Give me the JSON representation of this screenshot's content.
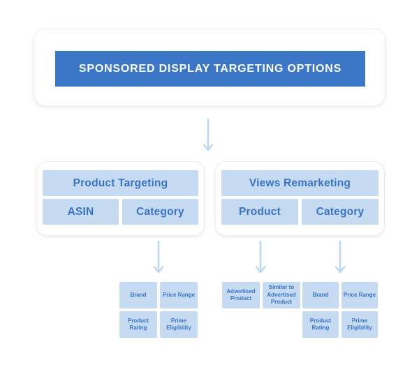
{
  "banner": {
    "label": "SPONSORED DISPLAY TARGETING OPTIONS"
  },
  "colors": {
    "banner-blue": "#3C77C7",
    "cell-blue": "#C6DBF2",
    "text-blue": "#3973C6",
    "arrow-blue": "#BDD7F1",
    "card-border": "#ECECEC"
  },
  "branches": [
    {
      "header": "Product Targeting",
      "options": [
        "ASIN",
        "Category"
      ]
    },
    {
      "header": "Views Remarketing",
      "options": [
        "Product",
        "Category"
      ]
    }
  ],
  "leaf_groups": [
    {
      "items": [
        "Brand",
        "Price Range",
        "Product Rating",
        "Prime Eligibility"
      ]
    },
    {
      "items": [
        "Advertised Product",
        "Similar to Advertised Product"
      ]
    },
    {
      "items": [
        "Brand",
        "Price Range",
        "Product Rating",
        "Prime Eligibility"
      ]
    }
  ],
  "edges": [
    {
      "from": "Sponsored Display Targeting Options",
      "to": "Product Targeting / Views Remarketing"
    },
    {
      "from": "Product Targeting > Category",
      "to": "Brand, Price Range, Product Rating, Prime Eligibility"
    },
    {
      "from": "Views Remarketing > Product",
      "to": "Advertised Product, Similar to Advertised Product"
    },
    {
      "from": "Views Remarketing > Category",
      "to": "Brand, Price Range, Product Rating, Prime Eligibility"
    }
  ]
}
